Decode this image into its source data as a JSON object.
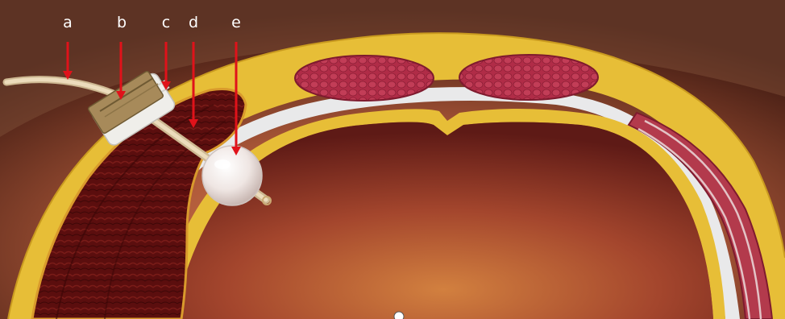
{
  "labels": [
    {
      "id": "a",
      "text": "a"
    },
    {
      "id": "b",
      "text": "b"
    },
    {
      "id": "c",
      "text": "c"
    },
    {
      "id": "d",
      "text": "d"
    },
    {
      "id": "e",
      "text": "e"
    }
  ],
  "colors": {
    "arrow": "#e0121a",
    "label_text": "#ffffff",
    "fat_layer": "#e7be37",
    "muscle": "#b3304a",
    "stomach_wall": "#5a0f0f",
    "cavity": "#a84a2a",
    "tube": "#e8d2ad",
    "balloon": "#f1ece9",
    "clamp": "#a78a5a"
  }
}
